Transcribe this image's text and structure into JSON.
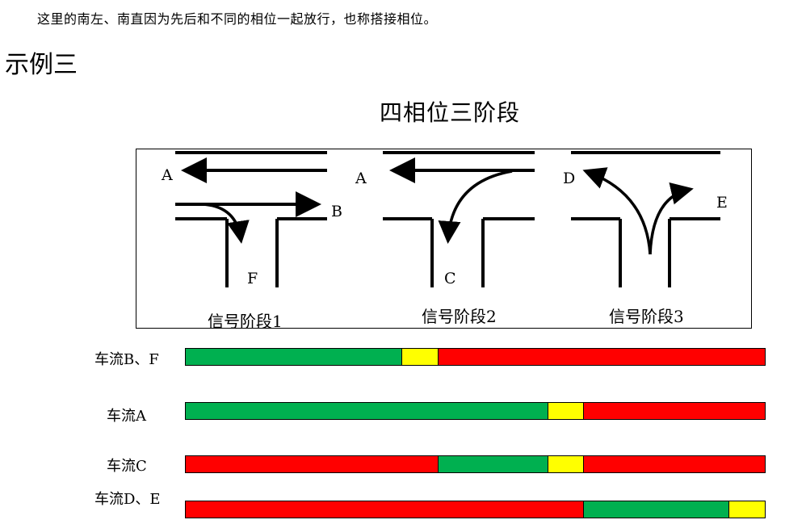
{
  "intro_text": "这里的南左、南直因为先后和不同的相位一起放行，也称搭接相位。",
  "heading": "示例三",
  "diagram": {
    "title": "四相位三阶段",
    "stages": [
      {
        "label": "信号阶段1",
        "flows": [
          "A",
          "B",
          "F"
        ]
      },
      {
        "label": "信号阶段2",
        "flows": [
          "A",
          "C"
        ]
      },
      {
        "label": "信号阶段3",
        "flows": [
          "D",
          "E"
        ]
      }
    ]
  },
  "colors": {
    "green": "#00b050",
    "yellow": "#ffff00",
    "red": "#ff0000"
  },
  "timing_rows": [
    {
      "label": "车流B、F",
      "segments": [
        {
          "color": "green",
          "share": 0.374
        },
        {
          "color": "yellow",
          "share": 0.063
        },
        {
          "color": "red",
          "share": 0.563
        }
      ]
    },
    {
      "label": "车流A",
      "segments": [
        {
          "color": "green",
          "share": 0.626
        },
        {
          "color": "yellow",
          "share": 0.061
        },
        {
          "color": "red",
          "share": 0.313
        }
      ]
    },
    {
      "label": "车流C",
      "segments": [
        {
          "color": "red",
          "share": 0.437
        },
        {
          "color": "green",
          "share": 0.189
        },
        {
          "color": "yellow",
          "share": 0.061
        },
        {
          "color": "red",
          "share": 0.313
        }
      ]
    },
    {
      "label": "车流D、E",
      "segments": [
        {
          "color": "red",
          "share": 0.687
        },
        {
          "color": "green",
          "share": 0.252
        },
        {
          "color": "yellow",
          "share": 0.061
        }
      ]
    }
  ]
}
